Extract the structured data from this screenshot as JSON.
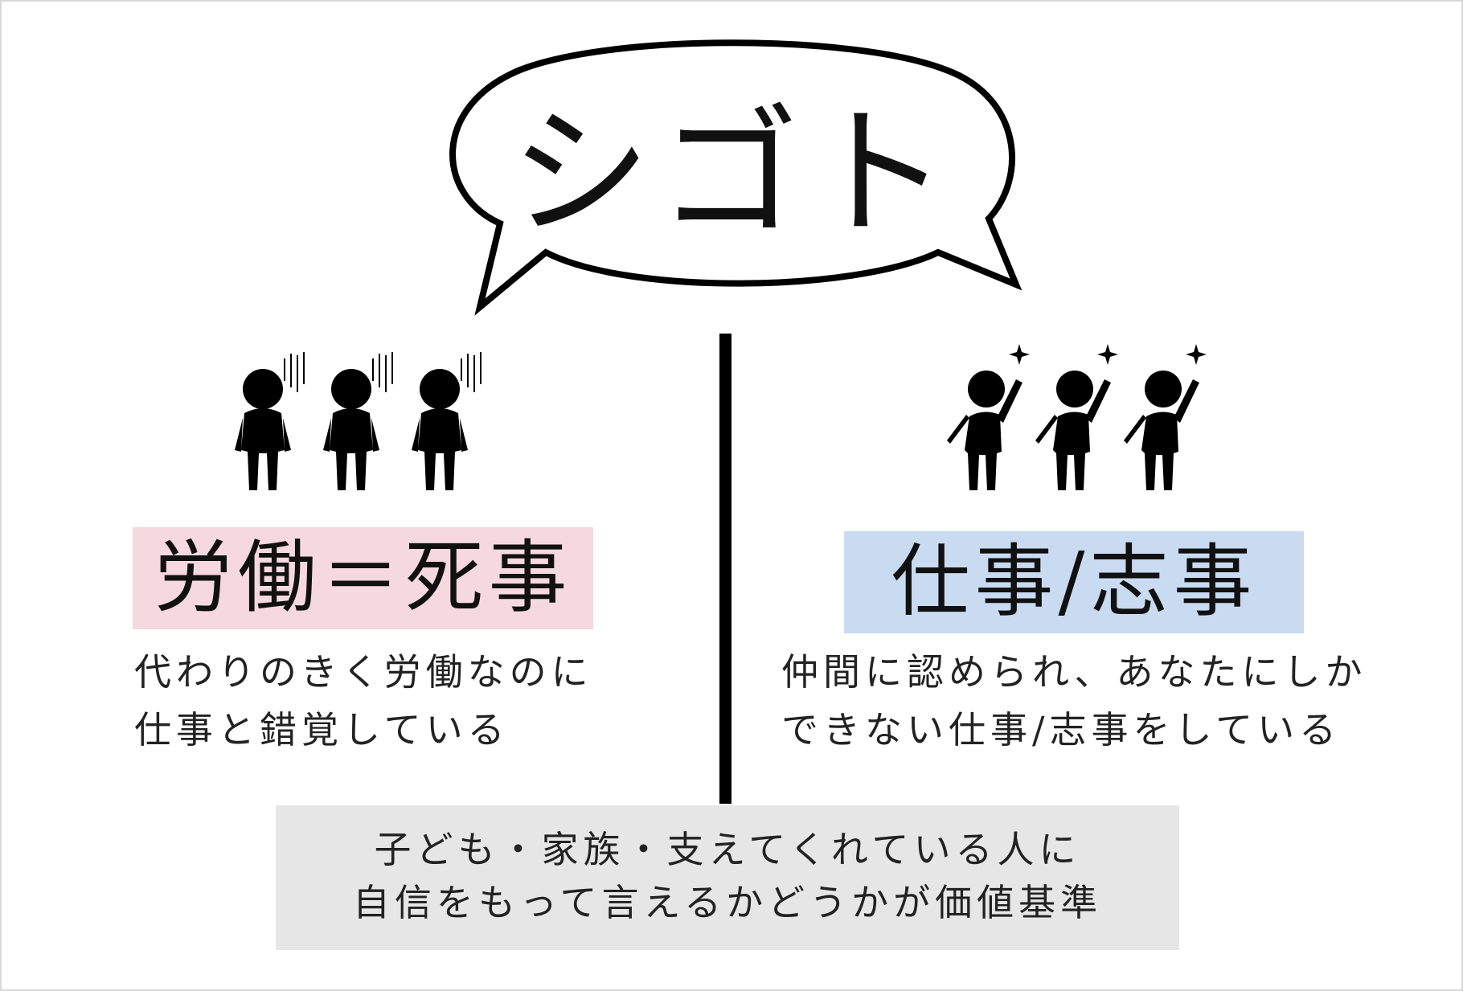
{
  "bubble": {
    "title": "シゴト"
  },
  "left": {
    "heading": "労働＝死事",
    "heading_bg": "#f6d8e0",
    "description": [
      "代わりのきく労働なのに",
      "仕事と錯覚している"
    ],
    "figure_icon": "gloomy-person-icon",
    "figure_count": 3
  },
  "right": {
    "heading": "仕事/志事",
    "heading_bg": "#c8dbf1",
    "description": [
      "仲間に認められ、あなたにしか",
      "できない仕事/志事をしている"
    ],
    "figure_icon": "cheering-person-icon",
    "figure_count": 3
  },
  "criterion": {
    "lines": [
      "子ども・家族・支えてくれている人に",
      "自信をもって言えるかどうかが価値基準"
    ],
    "bg": "#e6e6e6"
  },
  "colors": {
    "ink": "#000000",
    "background": "#ffffff"
  }
}
